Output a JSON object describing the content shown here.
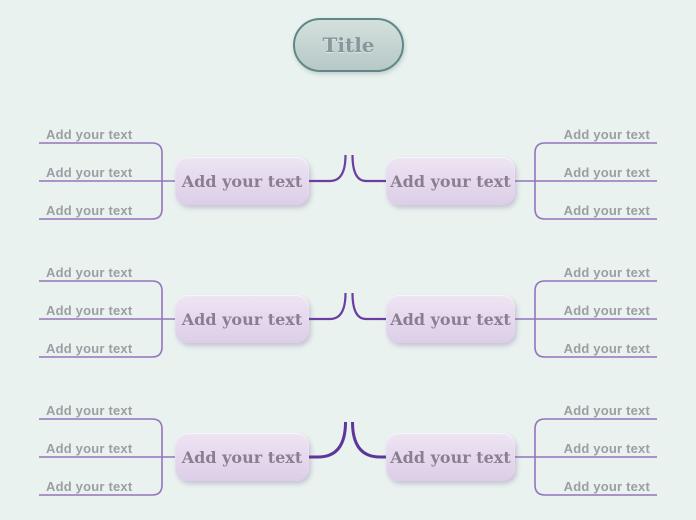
{
  "canvas": {
    "background_color": "#e9f2ef"
  },
  "colors": {
    "trunk_purple": "#6b3fa4",
    "branch_connector_purple": "#6b3ea2",
    "bracket_line_purple": "#9474bd",
    "branch_node_fill": "#e4d8ed",
    "branch_node_text": "#8a7f92",
    "title_node_fill": "#c4d3d1",
    "title_node_border": "#5f8886",
    "title_node_text": "#87989a",
    "sub_label_text": "#9b9ea2"
  },
  "title": {
    "label": "Title"
  },
  "branches": [
    {
      "side": "left",
      "row": 1,
      "label": "Add your text",
      "items": [
        "Add your text",
        "Add your text",
        "Add your text"
      ]
    },
    {
      "side": "right",
      "row": 1,
      "label": "Add your text",
      "items": [
        "Add your text",
        "Add your text",
        "Add your text"
      ]
    },
    {
      "side": "left",
      "row": 2,
      "label": "Add your text",
      "items": [
        "Add your text",
        "Add your text",
        "Add your text"
      ]
    },
    {
      "side": "right",
      "row": 2,
      "label": "Add your text",
      "items": [
        "Add your text",
        "Add your text",
        "Add your text"
      ]
    },
    {
      "side": "left",
      "row": 3,
      "label": "Add your text",
      "items": [
        "Add your text",
        "Add your text",
        "Add your text"
      ]
    },
    {
      "side": "right",
      "row": 3,
      "label": "Add your text",
      "items": [
        "Add your text",
        "Add your text",
        "Add your text"
      ]
    }
  ]
}
